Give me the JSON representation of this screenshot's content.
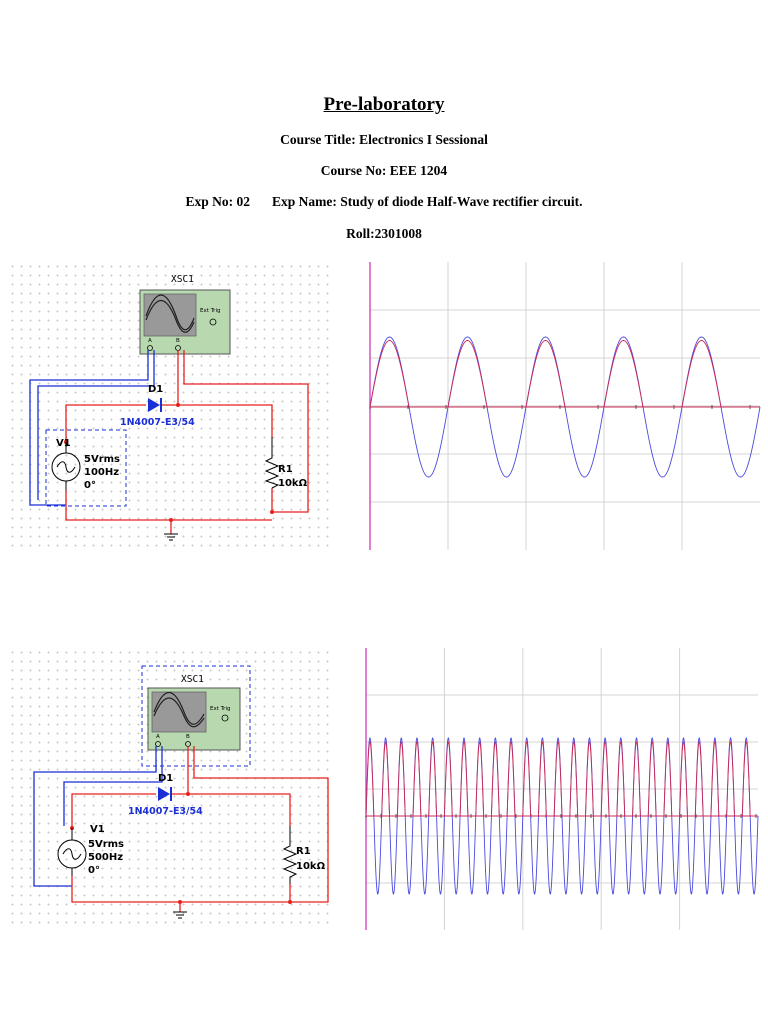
{
  "page": {
    "title": "Pre-laboratory",
    "course_title": "Course Title: Electronics I Sessional",
    "course_no": "Course No: EEE 1204",
    "exp_no": "Exp No: 02",
    "exp_name": "Exp Name: Study of diode Half-Wave rectifier circuit.",
    "roll": "Roll:2301008"
  },
  "circuit1": {
    "scope_name": "XSC1",
    "ext_trig": "Ext Trig",
    "channel_a": "A",
    "channel_b": "B",
    "diode_ref": "D1",
    "diode_model": "1N4007-E3/54",
    "source_ref": "V1",
    "source_amplitude": "5Vrms",
    "source_frequency": "100Hz",
    "source_phase": "0°",
    "resistor_ref": "R1",
    "resistor_value": "10kΩ"
  },
  "circuit2": {
    "scope_name": "XSC1",
    "ext_trig": "Ext Trig",
    "channel_a": "A",
    "channel_b": "B",
    "diode_ref": "D1",
    "diode_model": "1N4007-E3/54",
    "source_ref": "V1",
    "source_amplitude": "5Vrms",
    "source_frequency": "500Hz",
    "source_phase": "0°",
    "resistor_ref": "R1",
    "resistor_value": "10kΩ"
  },
  "colors": {
    "wire_red": "#e8201c",
    "wire_blue": "#1a2fd6",
    "scope_body": "#b8d9b0",
    "trace_input": "#4a4ae0",
    "trace_output": "#cc2b55",
    "grid": "#d4d4d4",
    "scope_axis": "#d03ab8"
  },
  "chart_data": [
    {
      "type": "line",
      "title": "",
      "series": [
        {
          "frequency_hz": 100,
          "cycles_shown": 5,
          "amplitude_rel": 1.0,
          "shape": "full sine"
        },
        {
          "frequency_hz": 100,
          "cycles_shown": 5,
          "amplitude_rel": 0.95,
          "shape": "half-wave rectified"
        }
      ]
    },
    {
      "type": "line",
      "title": "",
      "series": [
        {
          "frequency_hz": 500,
          "cycles_shown": 25,
          "amplitude_rel": 1.0,
          "shape": "full sine"
        },
        {
          "frequency_hz": 500,
          "cycles_shown": 25,
          "amplitude_rel": 0.95,
          "shape": "half-wave rectified"
        }
      ]
    }
  ]
}
